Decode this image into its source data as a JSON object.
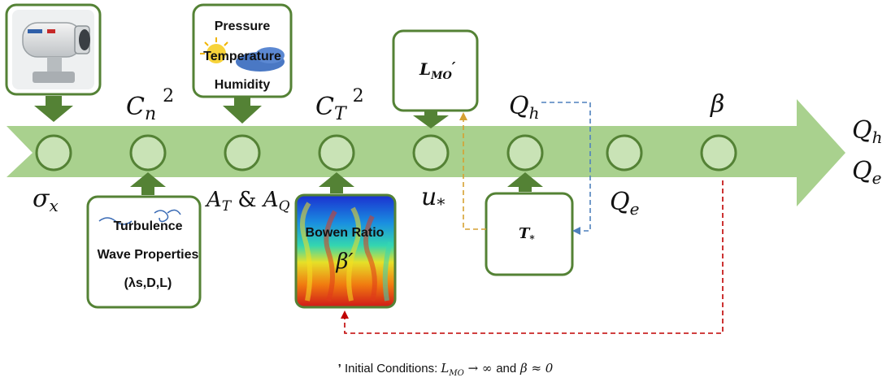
{
  "nodes": {
    "sigma_x": {
      "base": "σ",
      "sub": "x"
    },
    "cn2": {
      "base": "C",
      "sub": "n",
      "sup": "2"
    },
    "at_aq": {
      "a": "A",
      "a_sub": "T",
      "amp": " & ",
      "b": "A",
      "b_sub": "Q"
    },
    "ct2": {
      "base": "C",
      "sub": "T",
      "sup": "2"
    },
    "u_star": {
      "base": "u",
      "sub": "*"
    },
    "qh": {
      "base": "Q",
      "sub": "h"
    },
    "qe": {
      "base": "Q",
      "sub": "e"
    },
    "beta": {
      "base": "β"
    }
  },
  "outputs": {
    "qh": {
      "base": "Q",
      "sub": "h"
    },
    "qe": {
      "base": "Q",
      "sub": "e"
    }
  },
  "boxes": {
    "met": {
      "line1": "Pressure",
      "line2": "Temperature",
      "line3": "Humidity"
    },
    "lmo": {
      "base": "L",
      "sub": "MO",
      "prime": "′"
    },
    "turb": {
      "line1": "Turbulence",
      "line2": "Wave Properties",
      "line3": "(λs,D,L)"
    },
    "bowen": {
      "title": "Bowen Ratio",
      "symbol": "β′"
    },
    "tstar": {
      "base": "T",
      "sub": "*"
    }
  },
  "footnote": {
    "mark": "’",
    "text": "Initial Conditions:",
    "lmo": "L",
    "lmo_sub": "MO",
    "expr1": " → ∞ ",
    "and": "and",
    "beta_expr": " β ≈ 0"
  },
  "colors": {
    "arrow": "#a9d18e",
    "box_border": "#548235",
    "circle_fill": "#c9e3b6",
    "orange_dash": "#d6a132",
    "blue_dash": "#4f81bd",
    "red_dash": "#c00000"
  }
}
